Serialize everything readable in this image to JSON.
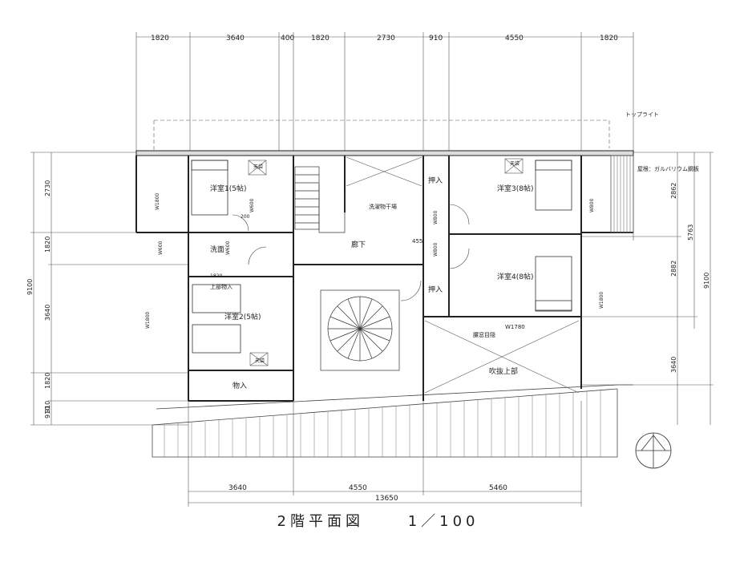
{
  "title": "2階平面図",
  "scale": "1／100",
  "dims_top": [
    "1820",
    "3640",
    "400",
    "1820",
    "2730",
    "910",
    "4550",
    "1820"
  ],
  "dims_bottom": [
    "3640",
    "4550",
    "5460"
  ],
  "dims_total": "13650",
  "dims_left": [
    "2730",
    "1820",
    "3640",
    "1820",
    "910",
    "910"
  ],
  "dims_left_total": "9100",
  "dims_right": [
    "2862",
    "2882",
    "3640"
  ],
  "dims_right_mid": "5763",
  "dims_right_total": "9100",
  "rooms": {
    "room1": "洋室1(5帖)",
    "room2": "洋室2(5帖)",
    "room3": "洋室3(8帖)",
    "room4": "洋室4(8帖)",
    "corridor": "廊下",
    "closet1": "押入",
    "closet2": "押入",
    "storage": "物入",
    "washroom": "洗面",
    "void": "吹抜上部",
    "upper_storage": "上部物入",
    "stair_label": "洗濯物干場"
  },
  "notes": {
    "toplight": "トップライト",
    "roof": "屋根：ガルバリウム鋼板",
    "window_note": "腰窓目隠",
    "step": "455"
  },
  "windows": [
    "W1800",
    "W1800",
    "W600",
    "W600",
    "W800",
    "W800",
    "W1780",
    "W1800",
    "W800",
    "W600"
  ],
  "labels_small": [
    "天袋",
    "天袋",
    "天袋",
    "200",
    "1820"
  ]
}
